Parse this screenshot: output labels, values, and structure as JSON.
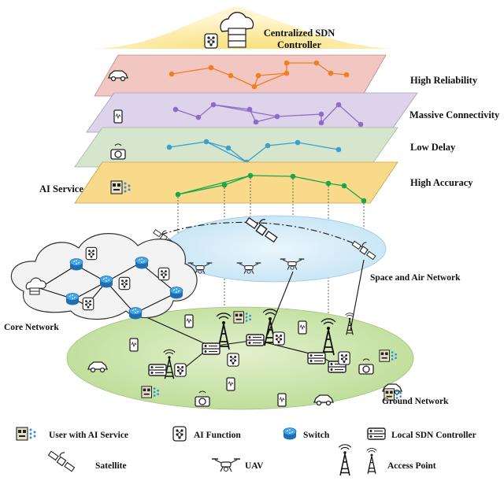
{
  "controller": {
    "label_line1": "Centralized SDN",
    "label_line2": "Controller"
  },
  "layers": [
    {
      "label": "High Reliability",
      "fill": "#f2c7c2",
      "node_color": "#f07f1f"
    },
    {
      "label": "Massive Connectivity",
      "fill": "#ddd3ea",
      "node_color": "#8e6cc5"
    },
    {
      "label": "Low Delay",
      "fill": "#d6e6cd",
      "node_color": "#3aa0cc"
    },
    {
      "label": "High Accuracy",
      "fill": "#f9d98a",
      "node_color": "#1aa64a"
    }
  ],
  "ai_service_label": "AI Service",
  "networks": {
    "space_air": "Space and Air Network",
    "core": "Core Network",
    "ground": "Ground Network"
  },
  "legend": [
    {
      "label": "User with AI Service",
      "icon": "user-ai-service-icon"
    },
    {
      "label": "AI Function",
      "icon": "ai-function-icon"
    },
    {
      "label": "Switch",
      "icon": "switch-icon"
    },
    {
      "label": "Local SDN Controller",
      "icon": "local-sdn-controller-icon"
    },
    {
      "label": "Satellite",
      "icon": "satellite-icon"
    },
    {
      "label": "UAV",
      "icon": "uav-icon"
    },
    {
      "label": "Access Point",
      "icon": "access-point-icon"
    }
  ],
  "colors": {
    "controller_glow": "#f6d96a",
    "space_air_fill": "#cde8f6",
    "ground_fill": "#cfe5b0",
    "switch_blue": "#2f8fd8"
  }
}
